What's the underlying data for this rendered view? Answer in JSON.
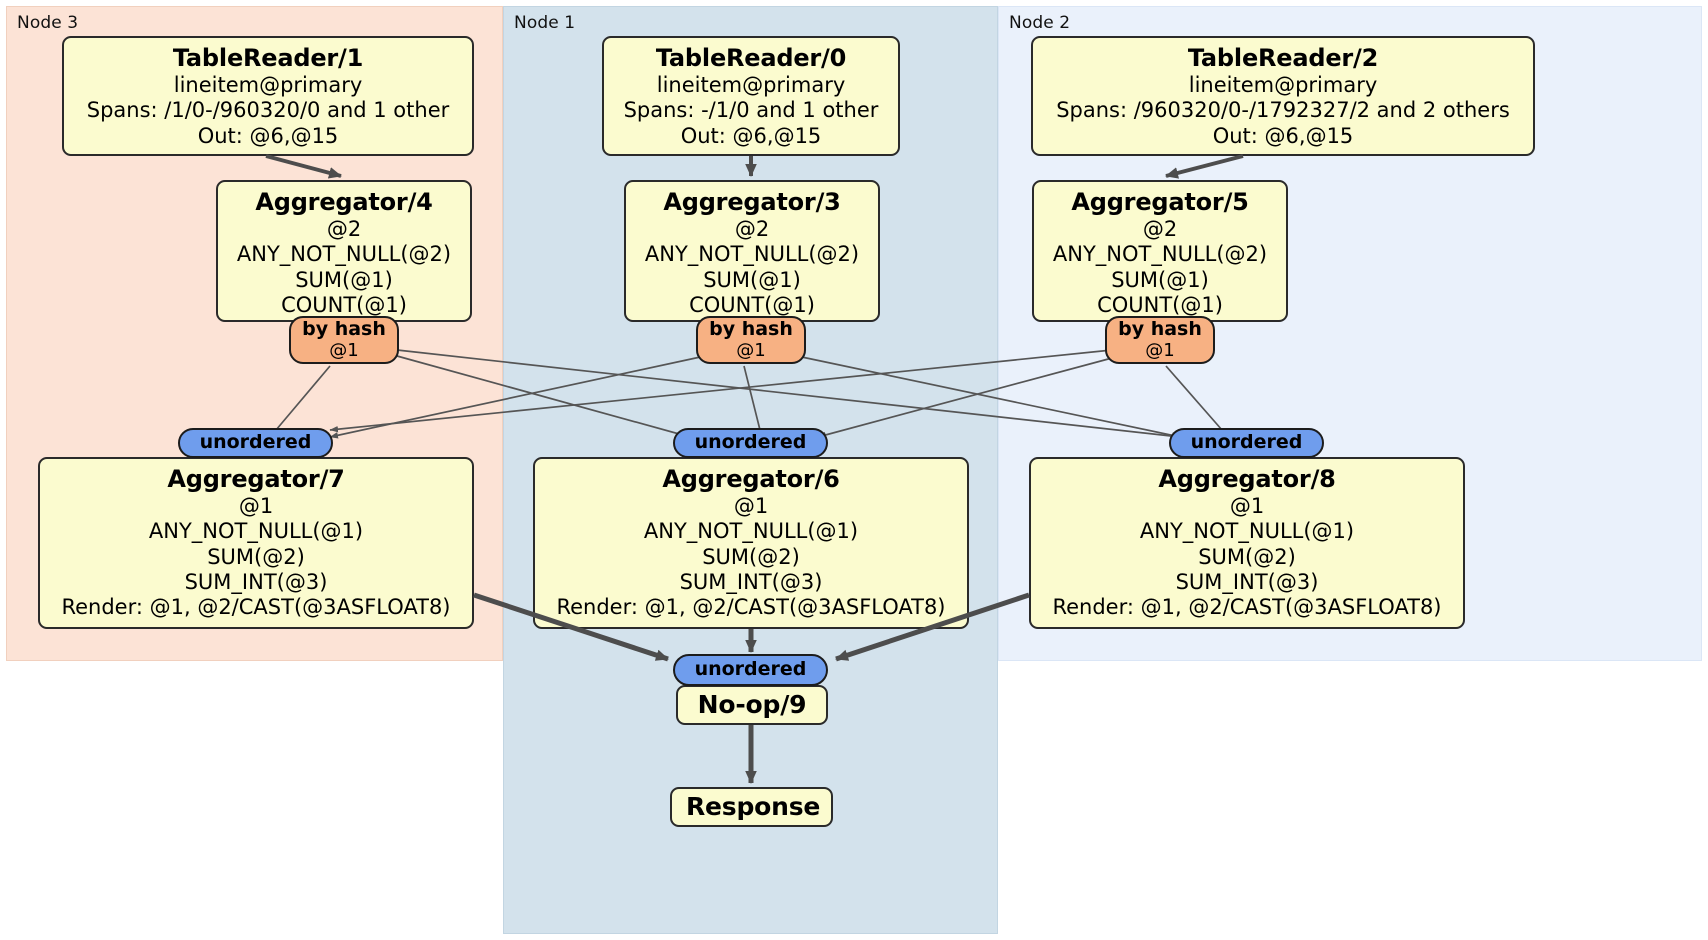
{
  "diagram": {
    "type": "distributed-query-plan-flow",
    "regions": [
      {
        "id": "node3",
        "label": "Node 3",
        "color": "#fce3d6",
        "border": "#f3d3c2"
      },
      {
        "id": "node1",
        "label": "Node 1",
        "color": "#d3e2ec",
        "border": "#c2d5e2"
      },
      {
        "id": "node2",
        "label": "Node 2",
        "color": "#eaf1fb",
        "border": "#dbe6f6"
      }
    ],
    "colors": {
      "processor_fill": "#fbfbcf",
      "processor_stroke": "#2a2a2a",
      "hash_router_fill": "#f7b183",
      "unordered_fill": "#6f9ded",
      "edge_thin": "#555555",
      "edge_thick": "#4d4d4d"
    },
    "processors": [
      {
        "id": "tablereader1",
        "region": "node3",
        "title": "TableReader/1",
        "lines": [
          "lineitem@primary",
          "Spans: /1/0-/960320/0 and 1 other",
          "Out: @6,@15"
        ]
      },
      {
        "id": "tablereader0",
        "region": "node1",
        "title": "TableReader/0",
        "lines": [
          "lineitem@primary",
          "Spans: -/1/0 and 1 other",
          "Out: @6,@15"
        ]
      },
      {
        "id": "tablereader2",
        "region": "node2",
        "title": "TableReader/2",
        "lines": [
          "lineitem@primary",
          "Spans: /960320/0-/1792327/2 and 2 others",
          "Out: @6,@15"
        ]
      },
      {
        "id": "aggregator4",
        "region": "node3",
        "title": "Aggregator/4",
        "lines": [
          "@2",
          "ANY_NOT_NULL(@2)",
          "SUM(@1)",
          "COUNT(@1)"
        ]
      },
      {
        "id": "aggregator3",
        "region": "node1",
        "title": "Aggregator/3",
        "lines": [
          "@2",
          "ANY_NOT_NULL(@2)",
          "SUM(@1)",
          "COUNT(@1)"
        ]
      },
      {
        "id": "aggregator5",
        "region": "node2",
        "title": "Aggregator/5",
        "lines": [
          "@2",
          "ANY_NOT_NULL(@2)",
          "SUM(@1)",
          "COUNT(@1)"
        ]
      },
      {
        "id": "aggregator7",
        "region": "node3",
        "title": "Aggregator/7",
        "lines": [
          "@1",
          "ANY_NOT_NULL(@1)",
          "SUM(@2)",
          "SUM_INT(@3)",
          "Render: @1, @2/CAST(@3ASFLOAT8)"
        ]
      },
      {
        "id": "aggregator6",
        "region": "node1",
        "title": "Aggregator/6",
        "lines": [
          "@1",
          "ANY_NOT_NULL(@1)",
          "SUM(@2)",
          "SUM_INT(@3)",
          "Render: @1, @2/CAST(@3ASFLOAT8)"
        ]
      },
      {
        "id": "aggregator8",
        "region": "node2",
        "title": "Aggregator/8",
        "lines": [
          "@1",
          "ANY_NOT_NULL(@1)",
          "SUM(@2)",
          "SUM_INT(@3)",
          "Render: @1, @2/CAST(@3ASFLOAT8)"
        ]
      },
      {
        "id": "noop9",
        "region": "node1",
        "title": "No-op/9",
        "lines": []
      },
      {
        "id": "response",
        "region": "node1",
        "title": "Response",
        "lines": []
      }
    ],
    "routers": [
      {
        "id": "hash4",
        "kind": "by-hash",
        "label": "by hash",
        "sublabel": "@1",
        "region": "node3"
      },
      {
        "id": "hash3",
        "kind": "by-hash",
        "label": "by hash",
        "sublabel": "@1",
        "region": "node1"
      },
      {
        "id": "hash5",
        "kind": "by-hash",
        "label": "by hash",
        "sublabel": "@1",
        "region": "node2"
      },
      {
        "id": "unord7",
        "kind": "unordered",
        "label": "unordered",
        "sublabel": "",
        "region": "node3"
      },
      {
        "id": "unord6",
        "kind": "unordered",
        "label": "unordered",
        "sublabel": "",
        "region": "node1"
      },
      {
        "id": "unord8",
        "kind": "unordered",
        "label": "unordered",
        "sublabel": "",
        "region": "node2"
      },
      {
        "id": "unord9",
        "kind": "unordered",
        "label": "unordered",
        "sublabel": "",
        "region": "node1"
      }
    ]
  }
}
